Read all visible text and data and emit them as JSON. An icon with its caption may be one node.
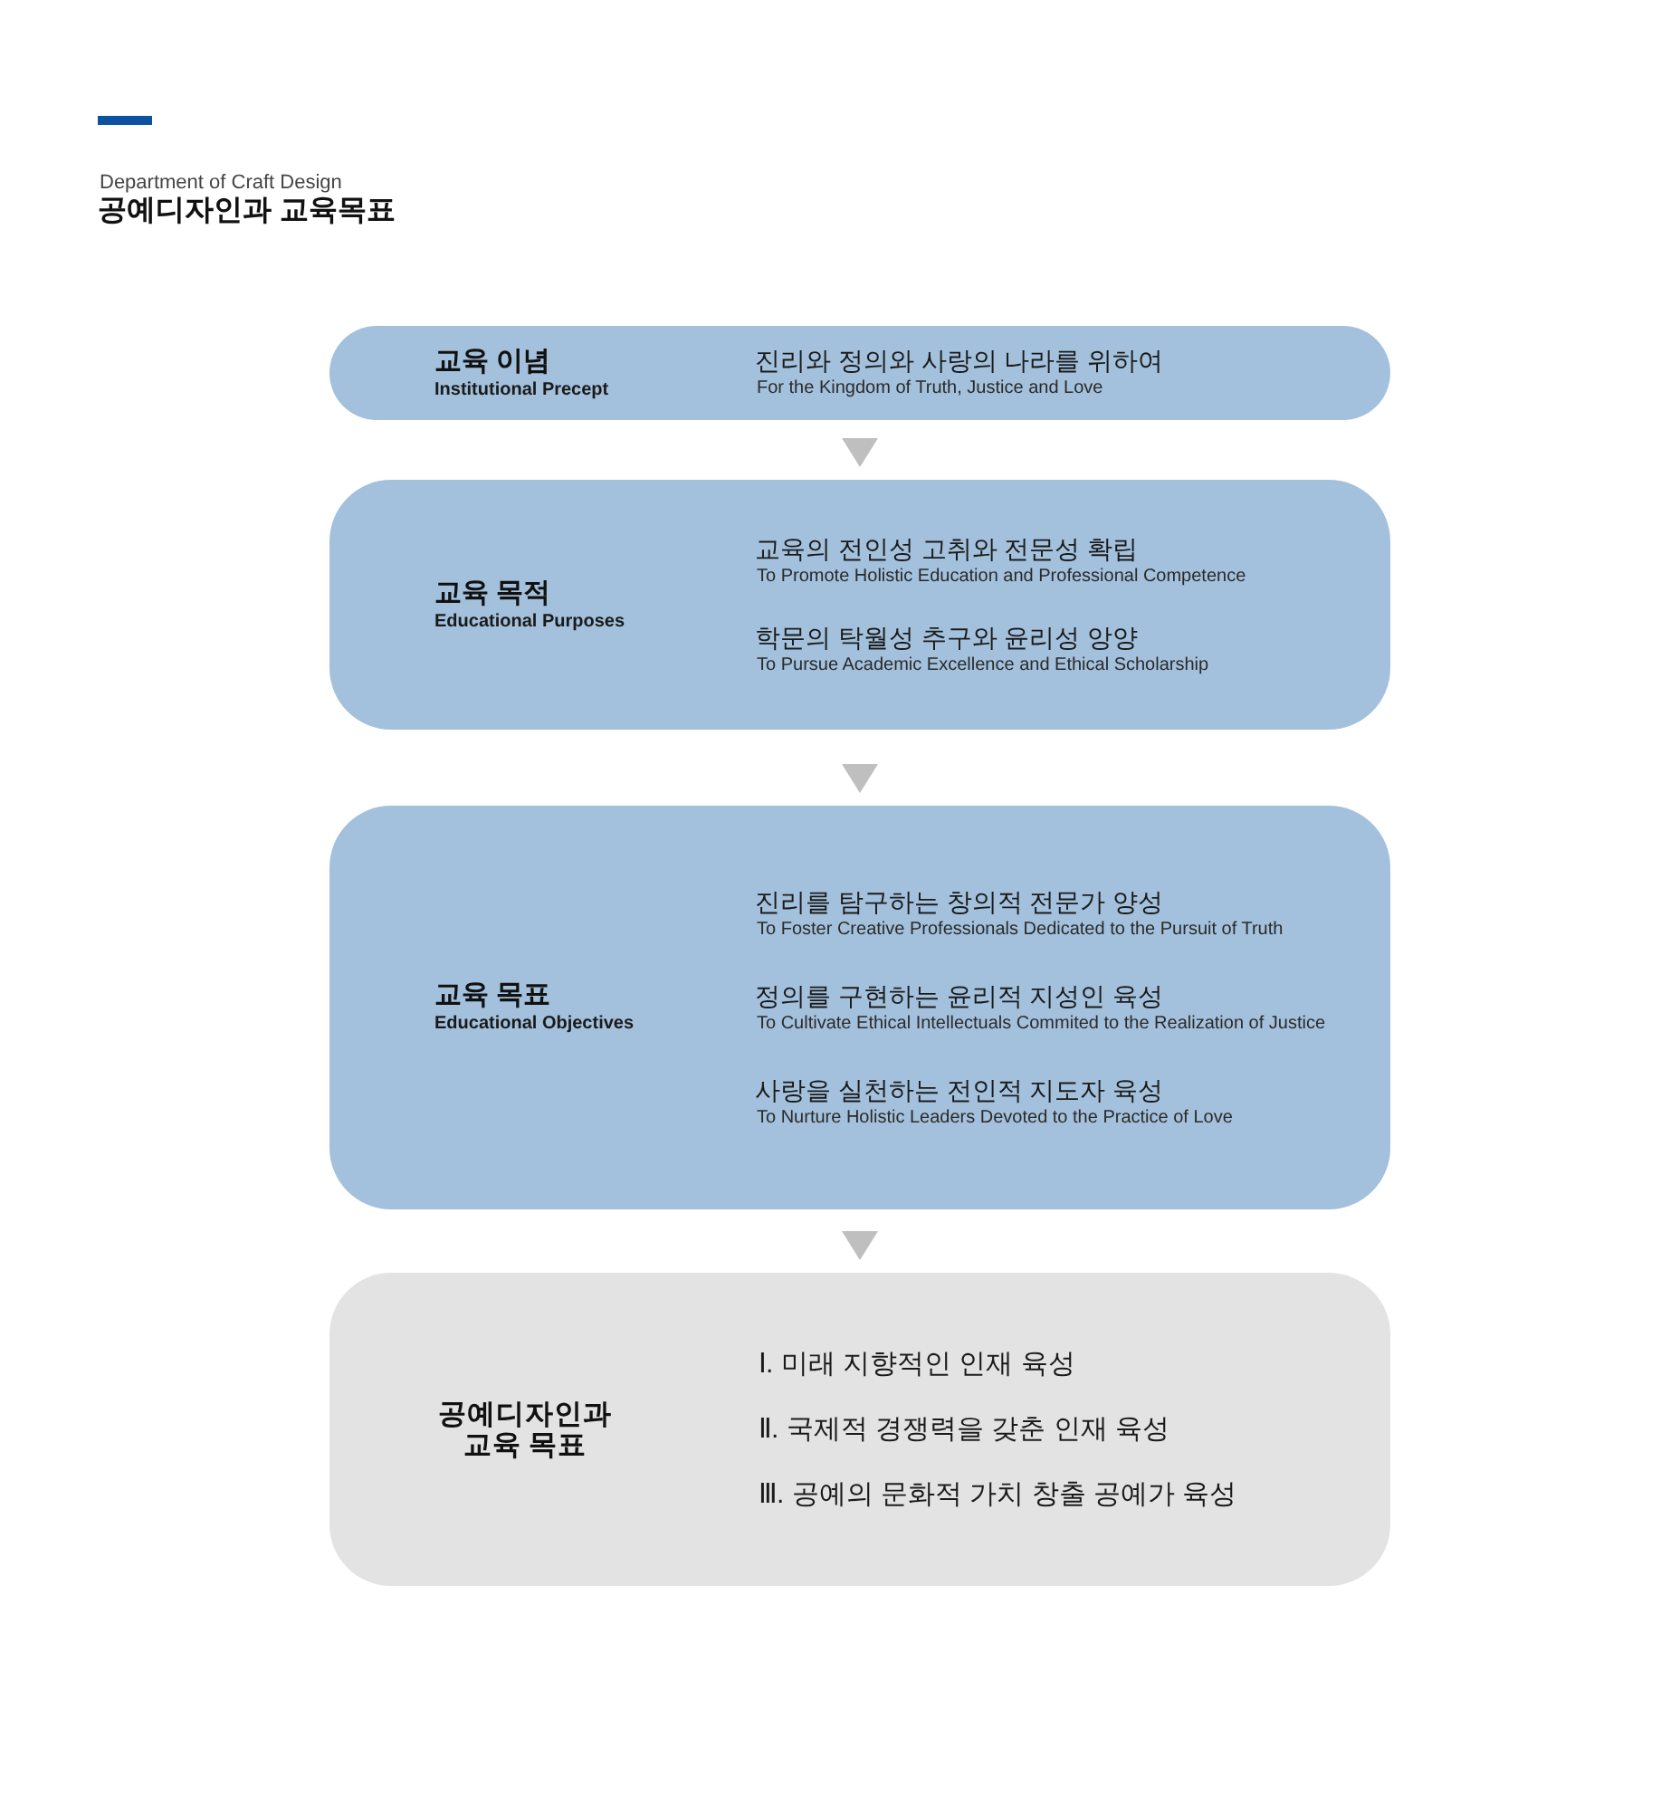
{
  "diagram": {
    "title": "공예디자인과 교육목표",
    "nodes": [
      {
        "text": [
          "교육 이념",
          "Institutional Precept",
          "진리와 정의와 사랑의 나라를 위하여",
          "For the Kingdom of Truth, Justice and Love"
        ]
      },
      {
        "text": [
          "교육 목적",
          "Educational Purposes",
          "교육의 전인성 고취와 전문성 확립",
          "To Promote Holistic Education and Professional Competence",
          "학문의 탁월성 추구와 윤리성 앙양",
          "To Pursue Academic Excellence and Ethical Scholarship"
        ]
      },
      {
        "text": [
          "교육 목표",
          "Educational Objectives",
          "진리를 탐구하는 창의적 전문가 양성",
          "To Foster Creative Professionals Dedicated to the Pursuit of Truth",
          "정의를 구현하는 윤리적 지성인 육성",
          "To Cultivate Ethical Intellectuals Commited to the Realization of Justice",
          "사랑을 실천하는 전인적 지도자 육성",
          "To Nurture Holistic Leaders Devoted to the Practice of Love"
        ]
      },
      {
        "text": [
          "공예디자인과 교육 목표",
          "Ⅰ. 미래 지향적인 인재 육성",
          "Ⅱ. 국제적 경쟁력을 갖춘 인재 육성",
          "Ⅲ. 공예의 문화적 가치 창출 공예가 육성"
        ]
      }
    ],
    "edges": [
      {
        "from": 0,
        "to": 1,
        "arrow": "to"
      },
      {
        "from": 1,
        "to": 2,
        "arrow": "to"
      },
      {
        "from": 2,
        "to": 3,
        "arrow": "to"
      }
    ],
    "labels": [
      "Department of Craft Design"
    ]
  }
}
